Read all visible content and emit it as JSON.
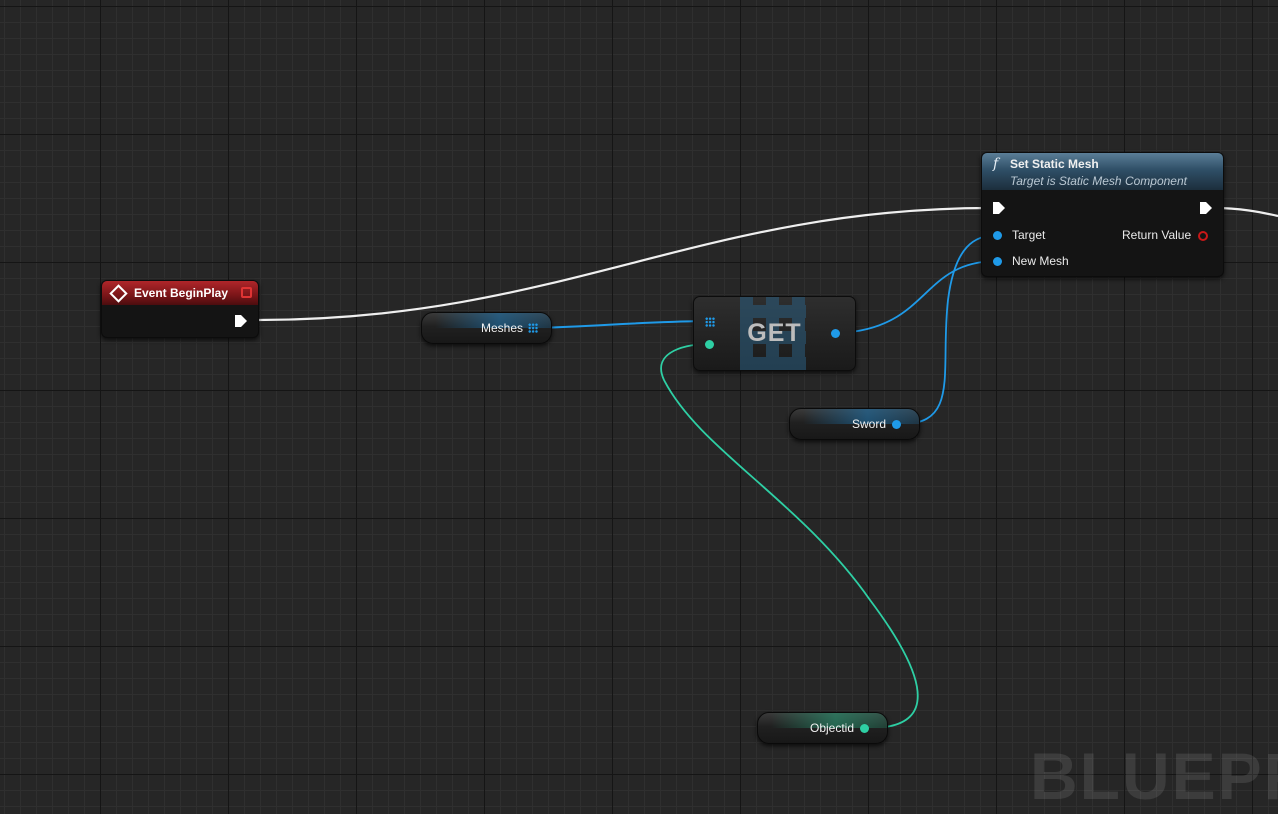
{
  "editor": {
    "watermark": "BLUEPRINT"
  },
  "nodes": {
    "event_begin_play": {
      "title": "Event BeginPlay"
    },
    "meshes_var": {
      "label": "Meshes"
    },
    "get_node": {
      "title": "GET"
    },
    "sword_var": {
      "label": "Sword"
    },
    "objectid_var": {
      "label": "Objectid"
    },
    "set_static_mesh": {
      "title": "Set Static Mesh",
      "subtitle": "Target is Static Mesh Component",
      "icon": "f",
      "pins": {
        "target": "Target",
        "new_mesh": "New Mesh",
        "return_value": "Return Value"
      }
    }
  },
  "colors": {
    "exec_wire": "#f2f2f2",
    "object_wire": "#1f9ae8",
    "int_wire": "#2ecfa4",
    "event_header": "#a8242a",
    "function_header": "#3a5a73"
  }
}
